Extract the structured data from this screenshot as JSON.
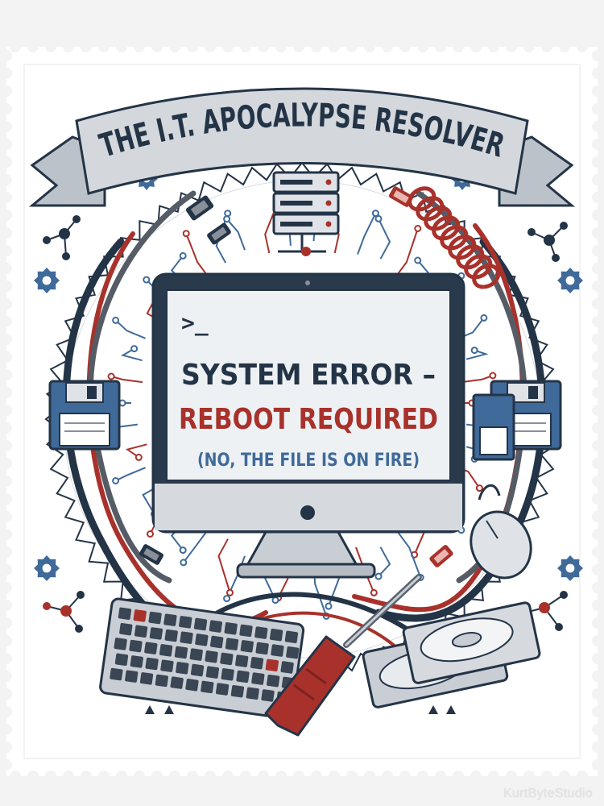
{
  "banner": {
    "title": "THE I.T. APOCALYPSE RESOLVER"
  },
  "screen": {
    "prompt": ">_",
    "line1": "SYSTEM ERROR –",
    "line2": "REBOOT REQUIRED",
    "line3": "(NO, THE FILE IS ON FIRE)"
  },
  "watermark": "KurtByteStudio",
  "colors": {
    "navy": "#243447",
    "red": "#a8322b",
    "blue": "#3f6a9a",
    "gray": "#8a9099",
    "paper": "#ffffff",
    "screen": "#eef1f4"
  }
}
